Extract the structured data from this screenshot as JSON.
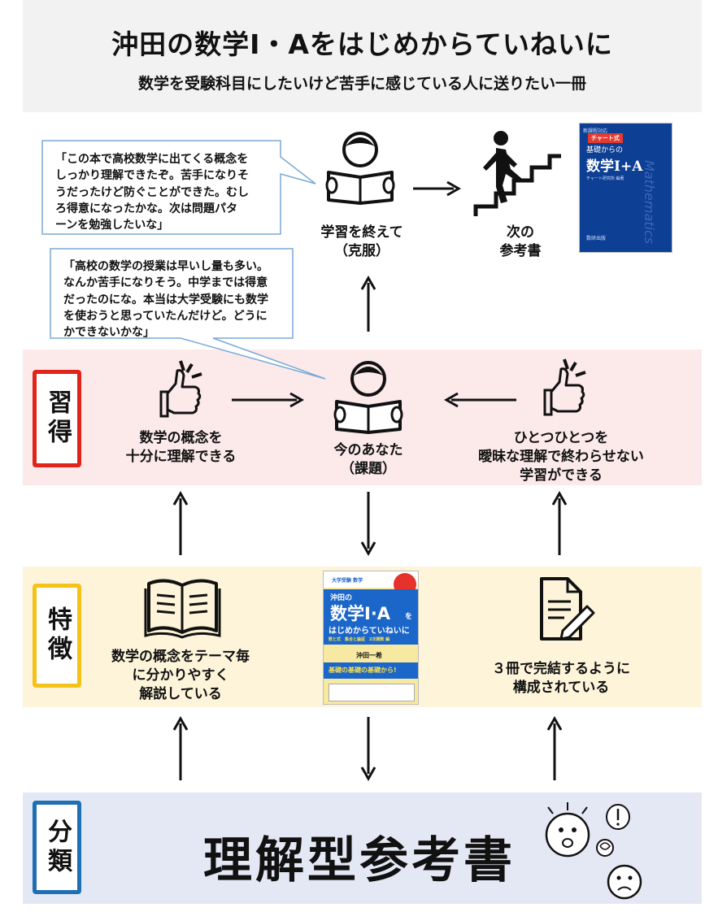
{
  "header": {
    "title": "沖田の数学Ⅰ・Aをはじめからていねいに",
    "subtitle": "数学を受験科目にしたいけど苦手に感じている人に送りたい一冊"
  },
  "tags": {
    "shutoku": "習得",
    "tokucho": "特徴",
    "bunrui": "分類"
  },
  "bubbles": {
    "after": "「この本で高校数学に出てくる概念を\nしっかり理解できたぞ。苦手になりそ\nうだったけど防ぐことができた。むし\nろ得意になったかな。次は問題パタ\nーンを勉強したいな」",
    "now": "「高校の数学の授業は早いし量も多い。\nなんか苦手になりそう。中学までは得意\nだったのにな。本当は大学受験にも数学\nを使おうと思っていたんだけど。どうに\nかできないかな」"
  },
  "top_row": {
    "done_label": "学習を終えて\n（克服）",
    "next_label": "次の\n参考書"
  },
  "next_book": {
    "small_label": "新課程対応",
    "badge": "チャート式",
    "subtitle": "基礎からの",
    "title": "数学Ⅰ+A",
    "author": "チャート研究所 編著",
    "publisher": "数研出版",
    "watermark": "Mathematics"
  },
  "learn_row": {
    "left": "数学の概念を\n十分に理解できる",
    "center": "今のあなた\n（課題）",
    "right": "ひとつひとつを\n曖昧な理解で終わらせない\n学習ができる"
  },
  "feature_row": {
    "left": "数学の概念をテーマ毎\nに分かりやすく\n解説している",
    "right": "３冊で完結するように\n構成されている"
  },
  "main_book": {
    "series": "大学受験 数学",
    "title_top": "沖田の",
    "title_main": "数学Ⅰ·A",
    "title_tail": "を",
    "title_sub": "はじめからていねいに",
    "tag_line": "数と式　集合と論証　2次関数 編",
    "author": "沖田一希",
    "catch": "基礎の基礎の基礎から!"
  },
  "category": {
    "text": "理解型参考書"
  },
  "colors": {
    "pink_band": "#fce9ea",
    "yellow_band": "#fdf4da",
    "blue_band": "#e3e8f4",
    "red_tag": "#e2231a",
    "yellow_tag": "#f5c318",
    "blue_tag": "#1f6fb5",
    "next_book_blue": "#0d3f95",
    "main_book_blue": "#1b66c9"
  },
  "icons": [
    "reading-person-icon",
    "climbing-stairs-icon",
    "thumbs-up-icon",
    "open-book-icon",
    "document-pen-icon",
    "faces-icon",
    "arrow-icon"
  ]
}
